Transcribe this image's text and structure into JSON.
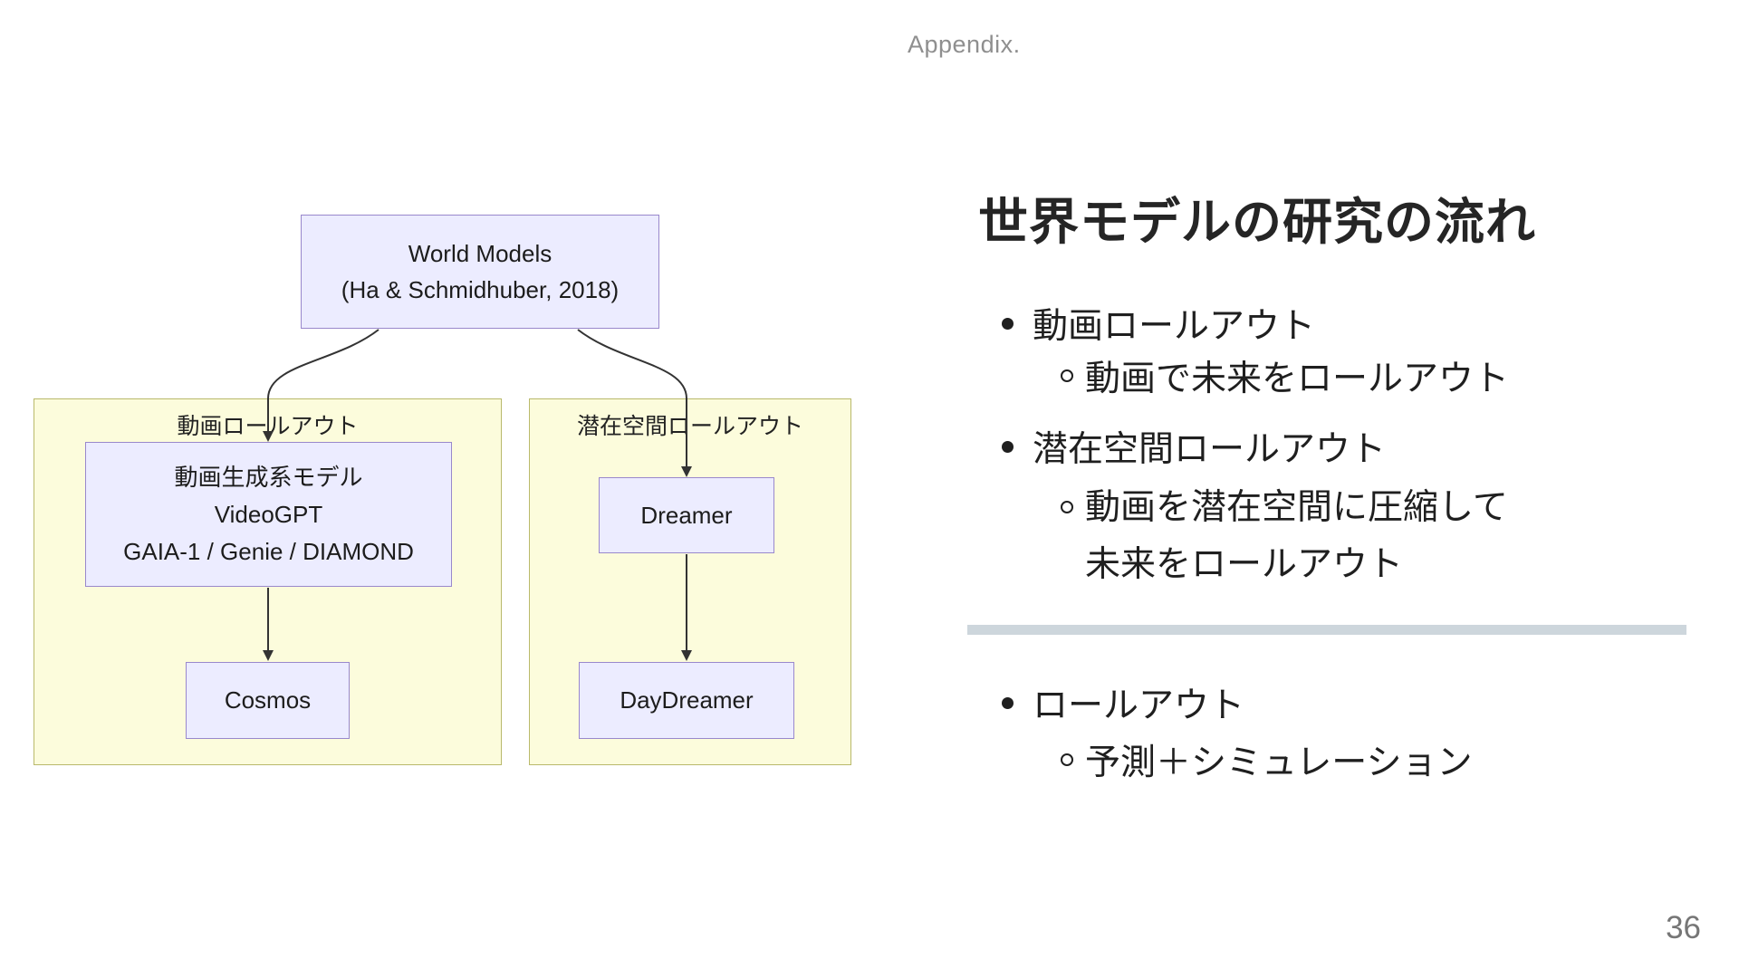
{
  "slide": {
    "appendix_label": "Appendix.",
    "page_number": "36"
  },
  "diagram": {
    "type": "flowchart",
    "colors": {
      "node_fill": "#ECECFF",
      "node_border": "#9988cc",
      "cluster_fill": "#fcfcdc",
      "cluster_border": "#b9b96b",
      "arrow": "#333333"
    },
    "root": {
      "line1": "World Models",
      "line2": "(Ha & Schmidhuber, 2018)"
    },
    "cluster_video": {
      "label": "動画ロールアウト",
      "model_box": {
        "line1": "動画生成系モデル",
        "line2": "VideoGPT",
        "line3": "GAIA-1 / Genie / DIAMOND"
      },
      "cosmos": "Cosmos"
    },
    "cluster_latent": {
      "label": "潜在空間ロールアウト",
      "dreamer": "Dreamer",
      "daydreamer": "DayDreamer"
    }
  },
  "panel": {
    "title": "世界モデルの研究の流れ",
    "divider_color": "#cdd6dc",
    "top_list": [
      {
        "level": 1,
        "text": "動画ロールアウト"
      },
      {
        "level": 2,
        "text": "動画で未来をロールアウト"
      },
      {
        "level": 1,
        "text": "潜在空間ロールアウト"
      },
      {
        "level": 2,
        "line1": "動画を潜在空間に圧縮して",
        "line2": "未来をロールアウト"
      }
    ],
    "bottom_list": [
      {
        "level": 1,
        "text": "ロールアウト"
      },
      {
        "level": 2,
        "text": "予測＋シミュレーション"
      }
    ]
  }
}
